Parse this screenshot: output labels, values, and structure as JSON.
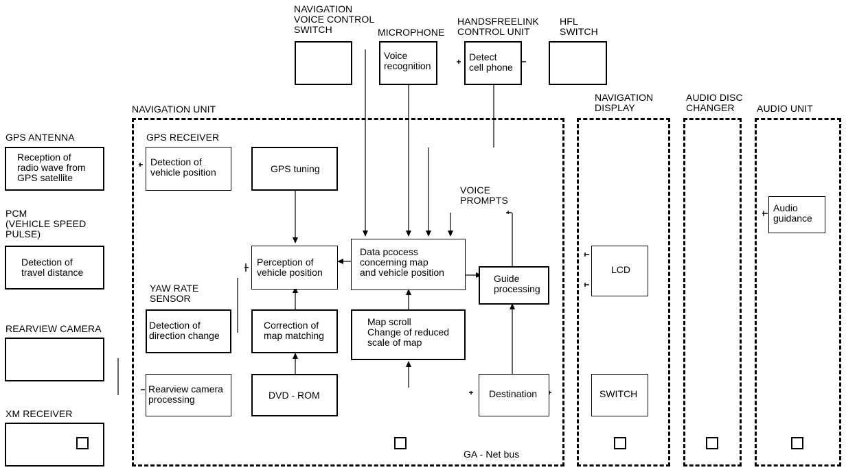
{
  "top": {
    "nav_voice_switch": "NAVIGATION\nVOICE CONTROL\nSWITCH",
    "microphone": "MICROPHONE",
    "hfl_unit": "HANDSFREELINK\nCONTROL UNIT",
    "hfl_switch": "HFL\nSWITCH",
    "voice_recognition": "Voice\nrecognition",
    "detect_cell_phone": "Detect\ncell phone"
  },
  "left": {
    "gps_antenna": "GPS ANTENNA",
    "gps_reception": "Reception of\nradio wave from\nGPS satellite",
    "pcm": "PCM\n(VEHICLE SPEED\nPULSE)",
    "travel_distance": "Detection of\ntravel distance",
    "rearview_camera": "REARVIEW CAMERA",
    "xm_receiver": "XM RECEIVER"
  },
  "nav_unit": {
    "title": "NAVIGATION UNIT",
    "gps_receiver": "GPS RECEIVER",
    "detection_vehicle_position": "Detection of\nvehicle position",
    "gps_tuning": "GPS tuning",
    "perception_vehicle_position": "Perception of\nvehicle position",
    "yaw_rate_sensor": "YAW RATE\nSENSOR",
    "detection_direction_change": "Detection of\ndirection change",
    "correction_map_matching": "Correction of\nmap matching",
    "rearview_processing": "Rearview camera\nprocessing",
    "dvd_rom": "DVD - ROM",
    "data_process": "Data pcocess\nconcerning map\nand vehicle position",
    "voice_prompts": "VOICE\nPROMPTS",
    "guide_processing": "Guide\nprocessing",
    "map_scroll": "Map scroll\nChange of reduced\nscale of map",
    "destination": "Destination",
    "bus": "GA - Net bus"
  },
  "nav_display": {
    "title": "NAVIGATION\nDISPLAY",
    "lcd": "LCD",
    "switch": "SWITCH"
  },
  "audio_changer": {
    "title": "AUDIO DISC\nCHANGER"
  },
  "audio_unit": {
    "title": "AUDIO UNIT",
    "audio_guidance": "Audio\nguidance"
  }
}
